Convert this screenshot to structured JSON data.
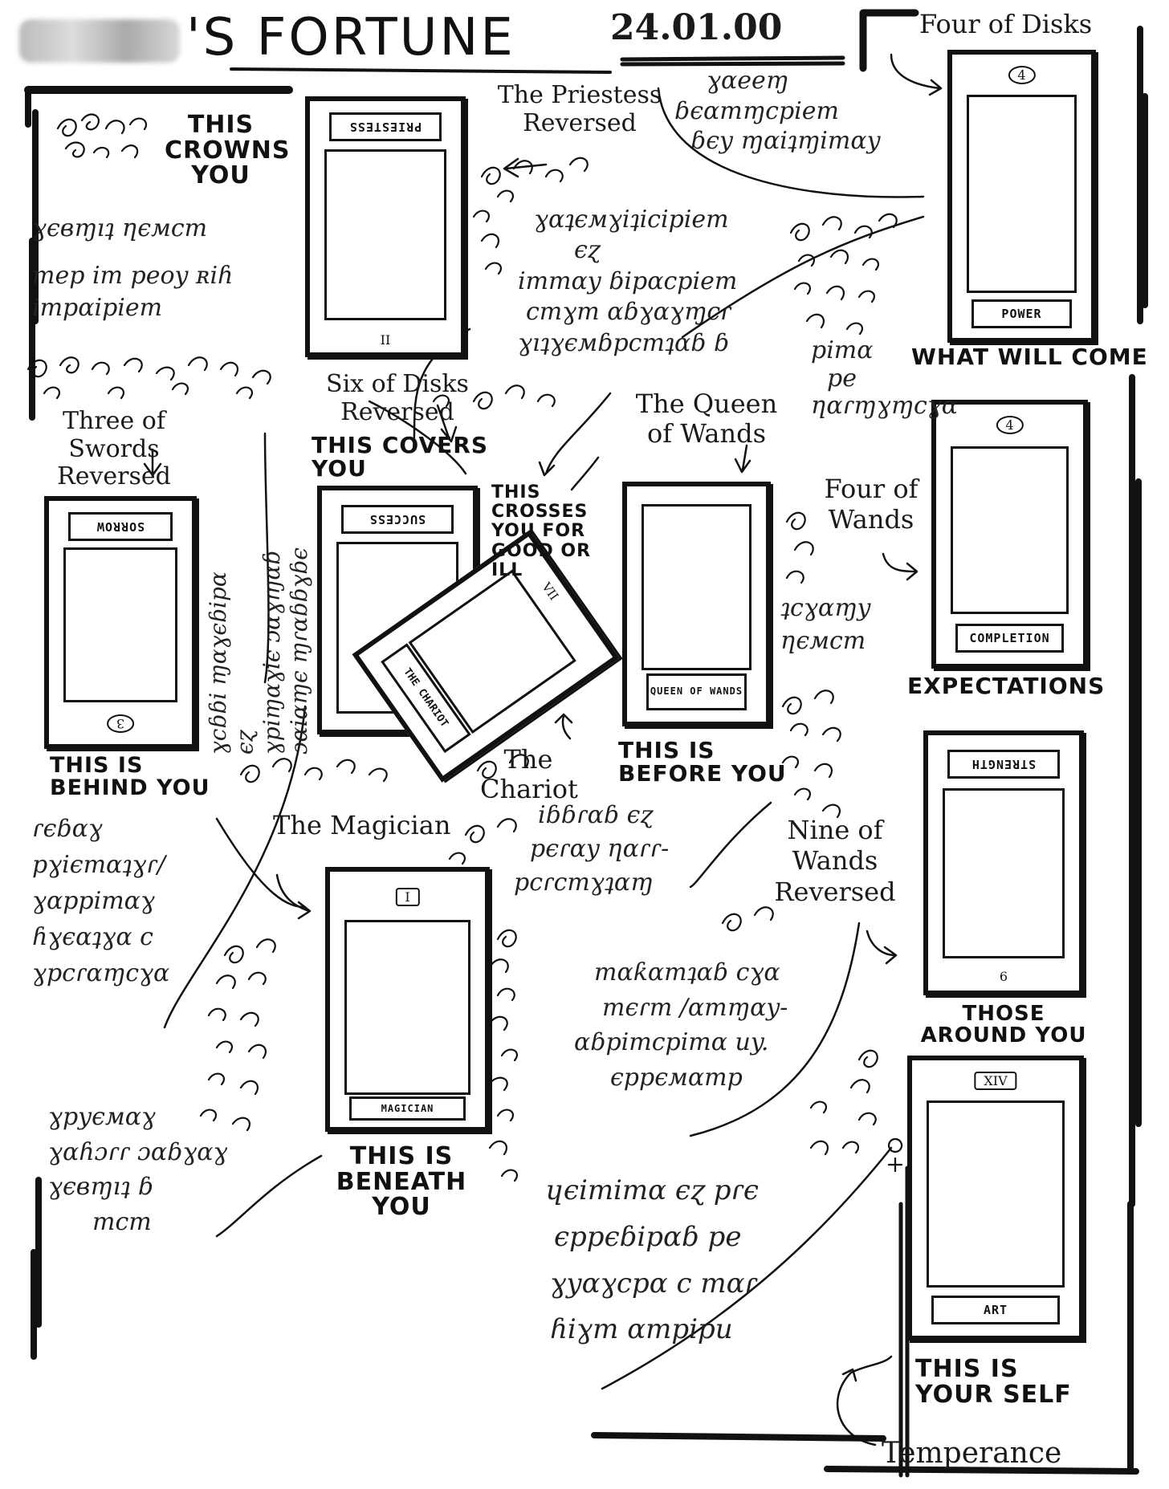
{
  "header": {
    "title_suffix": "'S FORTUNE",
    "date": "24.01.00"
  },
  "cards": {
    "crown": {
      "name": "The Priestess Reversed",
      "position": "THIS CROWNS YOU",
      "plate": "PRIESTESS",
      "number": "II"
    },
    "cover": {
      "name": "Six of Disks Reversed",
      "position": "THIS COVERS YOU",
      "plate": "SUCCESS"
    },
    "cross": {
      "name": "The Chariot",
      "position": "THIS CROSSES YOU FOR GOOD OR ILL",
      "plate": "THE CHARIOT",
      "number": "VII"
    },
    "behind": {
      "name": "Three of Swords Reversed",
      "position": "THIS IS BEHIND YOU",
      "plate": "SORROW",
      "number": "3"
    },
    "before": {
      "name": "The Queen of Wands",
      "position": "THIS IS BEFORE YOU",
      "plate": "QUEEN OF WANDS"
    },
    "beneath": {
      "name": "The Magician",
      "position": "THIS IS BENEATH YOU",
      "plate": "MAGICIAN",
      "number": "I"
    },
    "will_come": {
      "name": "Four of Disks",
      "position": "WHAT WILL COME",
      "plate": "POWER",
      "number": "4"
    },
    "expectations": {
      "name": "Four of Wands",
      "position": "EXPECTATIONS",
      "plate": "COMPLETION",
      "number": "4"
    },
    "around": {
      "name": "Nine of Wands Reversed",
      "position": "THOSE AROUND YOU",
      "plate": "STRENGTH",
      "number": "6"
    },
    "self": {
      "name": "Temperance",
      "position": "THIS IS YOUR SELF",
      "plate": "ART",
      "number": "XIV"
    }
  },
  "notes": {
    "crown": [
      "ɣєвɱıʇ ƞємcm",
      "mep im peoy ʀiɦ",
      "impɑipiem"
    ],
    "priestess": [
      "ɣɑeeɱ",
      "ɓєɑmɱcpiem",
      "ɓєy ɱɑiʇɱimɑy"
    ],
    "center": [
      "ɣɑʇємɣiʇicipiem",
      "єɀ",
      "immɑy ɓipɑcpiem",
      "cmɣm ɑɓɣɑɣɱcɾ",
      "ɣıʇɣємɓpcmʇɑɓ ɓ"
    ],
    "disks_right": [
      "pimɑ",
      "pe",
      "ƞɑɾɱɣɱcɣɑ"
    ],
    "behind_vertical": [
      "ɣcɓɓi ɱɑɣєɓipɑ",
      "єɀ",
      "ɣpiɱɑɣiє ɔɑɣɱɑɓ",
      "ɔɑiɑɱє ɱɾɑɓɓɣɓє"
    ],
    "queen": [
      "ʇcɣɑɱy",
      "ƞємcm"
    ],
    "behind": [
      "ɾєɓɑɣ",
      "pɣiєmɑʇɣɾ/",
      "ɣɑppimɑɣ",
      "ɦɣєɑʇɣɑ c",
      "ɣpcɾɑɱcɣɑ"
    ],
    "magician": [
      "iɓɓɾɑɓ єɀ",
      "pєɾɑy ƞɑɾɾ-",
      "pcɾcmɣʇɑɱ"
    ],
    "around": [
      "mɑƙɑmʇɑɓ cɣɑ",
      "mєɾm /ɑmɱɑy-",
      "ɑɓpimcpimɑ uy.",
      "єppємɑmp"
    ],
    "beneath": [
      "ɣpyємɑɣ",
      "ɣɑɦɔɾɾ ɔɑɓɣɑɣ",
      "ɣєвɱıʇ ɓ",
      "mcm"
    ],
    "self": [
      "ɥєimimɑ єɀ pɾє",
      "єppєɓipɑɓ pe",
      "ɣyɑɣcpɑ c mɑɾ",
      "ɦiɣm ɑmpipu"
    ]
  }
}
